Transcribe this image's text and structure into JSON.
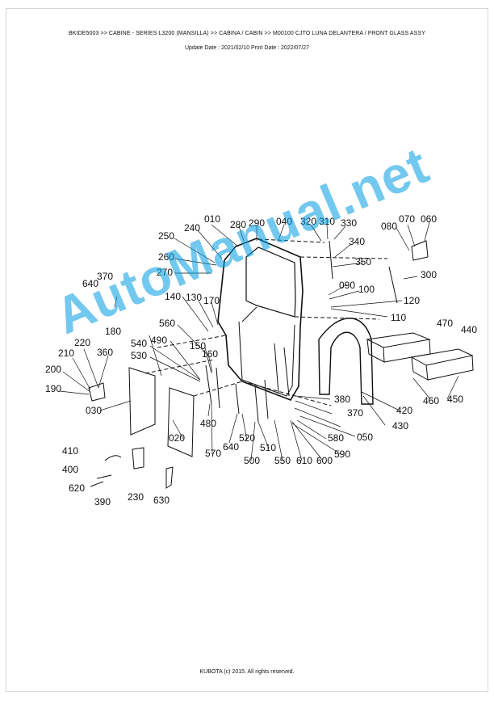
{
  "header": {
    "breadcrumb": "BKIDE5003 >> CABINE - SERIES L3200 (MANSILLA) >> CABINA / CABIN >> M00100   CJTO LUNA DELANTERA / FRONT GLASS ASSY",
    "dates": "Update Date : 2021/02/10   Print Date : 2022/07/27"
  },
  "diagram": {
    "callouts": [
      "010",
      "280",
      "290",
      "040",
      "320",
      "310",
      "330",
      "080",
      "070",
      "060",
      "240",
      "250",
      "340",
      "260",
      "350",
      "270",
      "300",
      "370",
      "640",
      "090",
      "100",
      "140",
      "130",
      "170",
      "120",
      "560",
      "110",
      "470",
      "440",
      "180",
      "540",
      "490",
      "150",
      "160",
      "220",
      "530",
      "210",
      "360",
      "200",
      "190",
      "380",
      "370",
      "030",
      "480",
      "420",
      "460",
      "450",
      "050",
      "520",
      "580",
      "430",
      "020",
      "640",
      "510",
      "570",
      "500",
      "550",
      "610",
      "600",
      "590",
      "410",
      "400",
      "620",
      "230",
      "390",
      "630"
    ],
    "watermark": "AutoManual.net"
  },
  "footer": {
    "copyright": "KUBOTA (c) 2015. All rights reserved."
  }
}
